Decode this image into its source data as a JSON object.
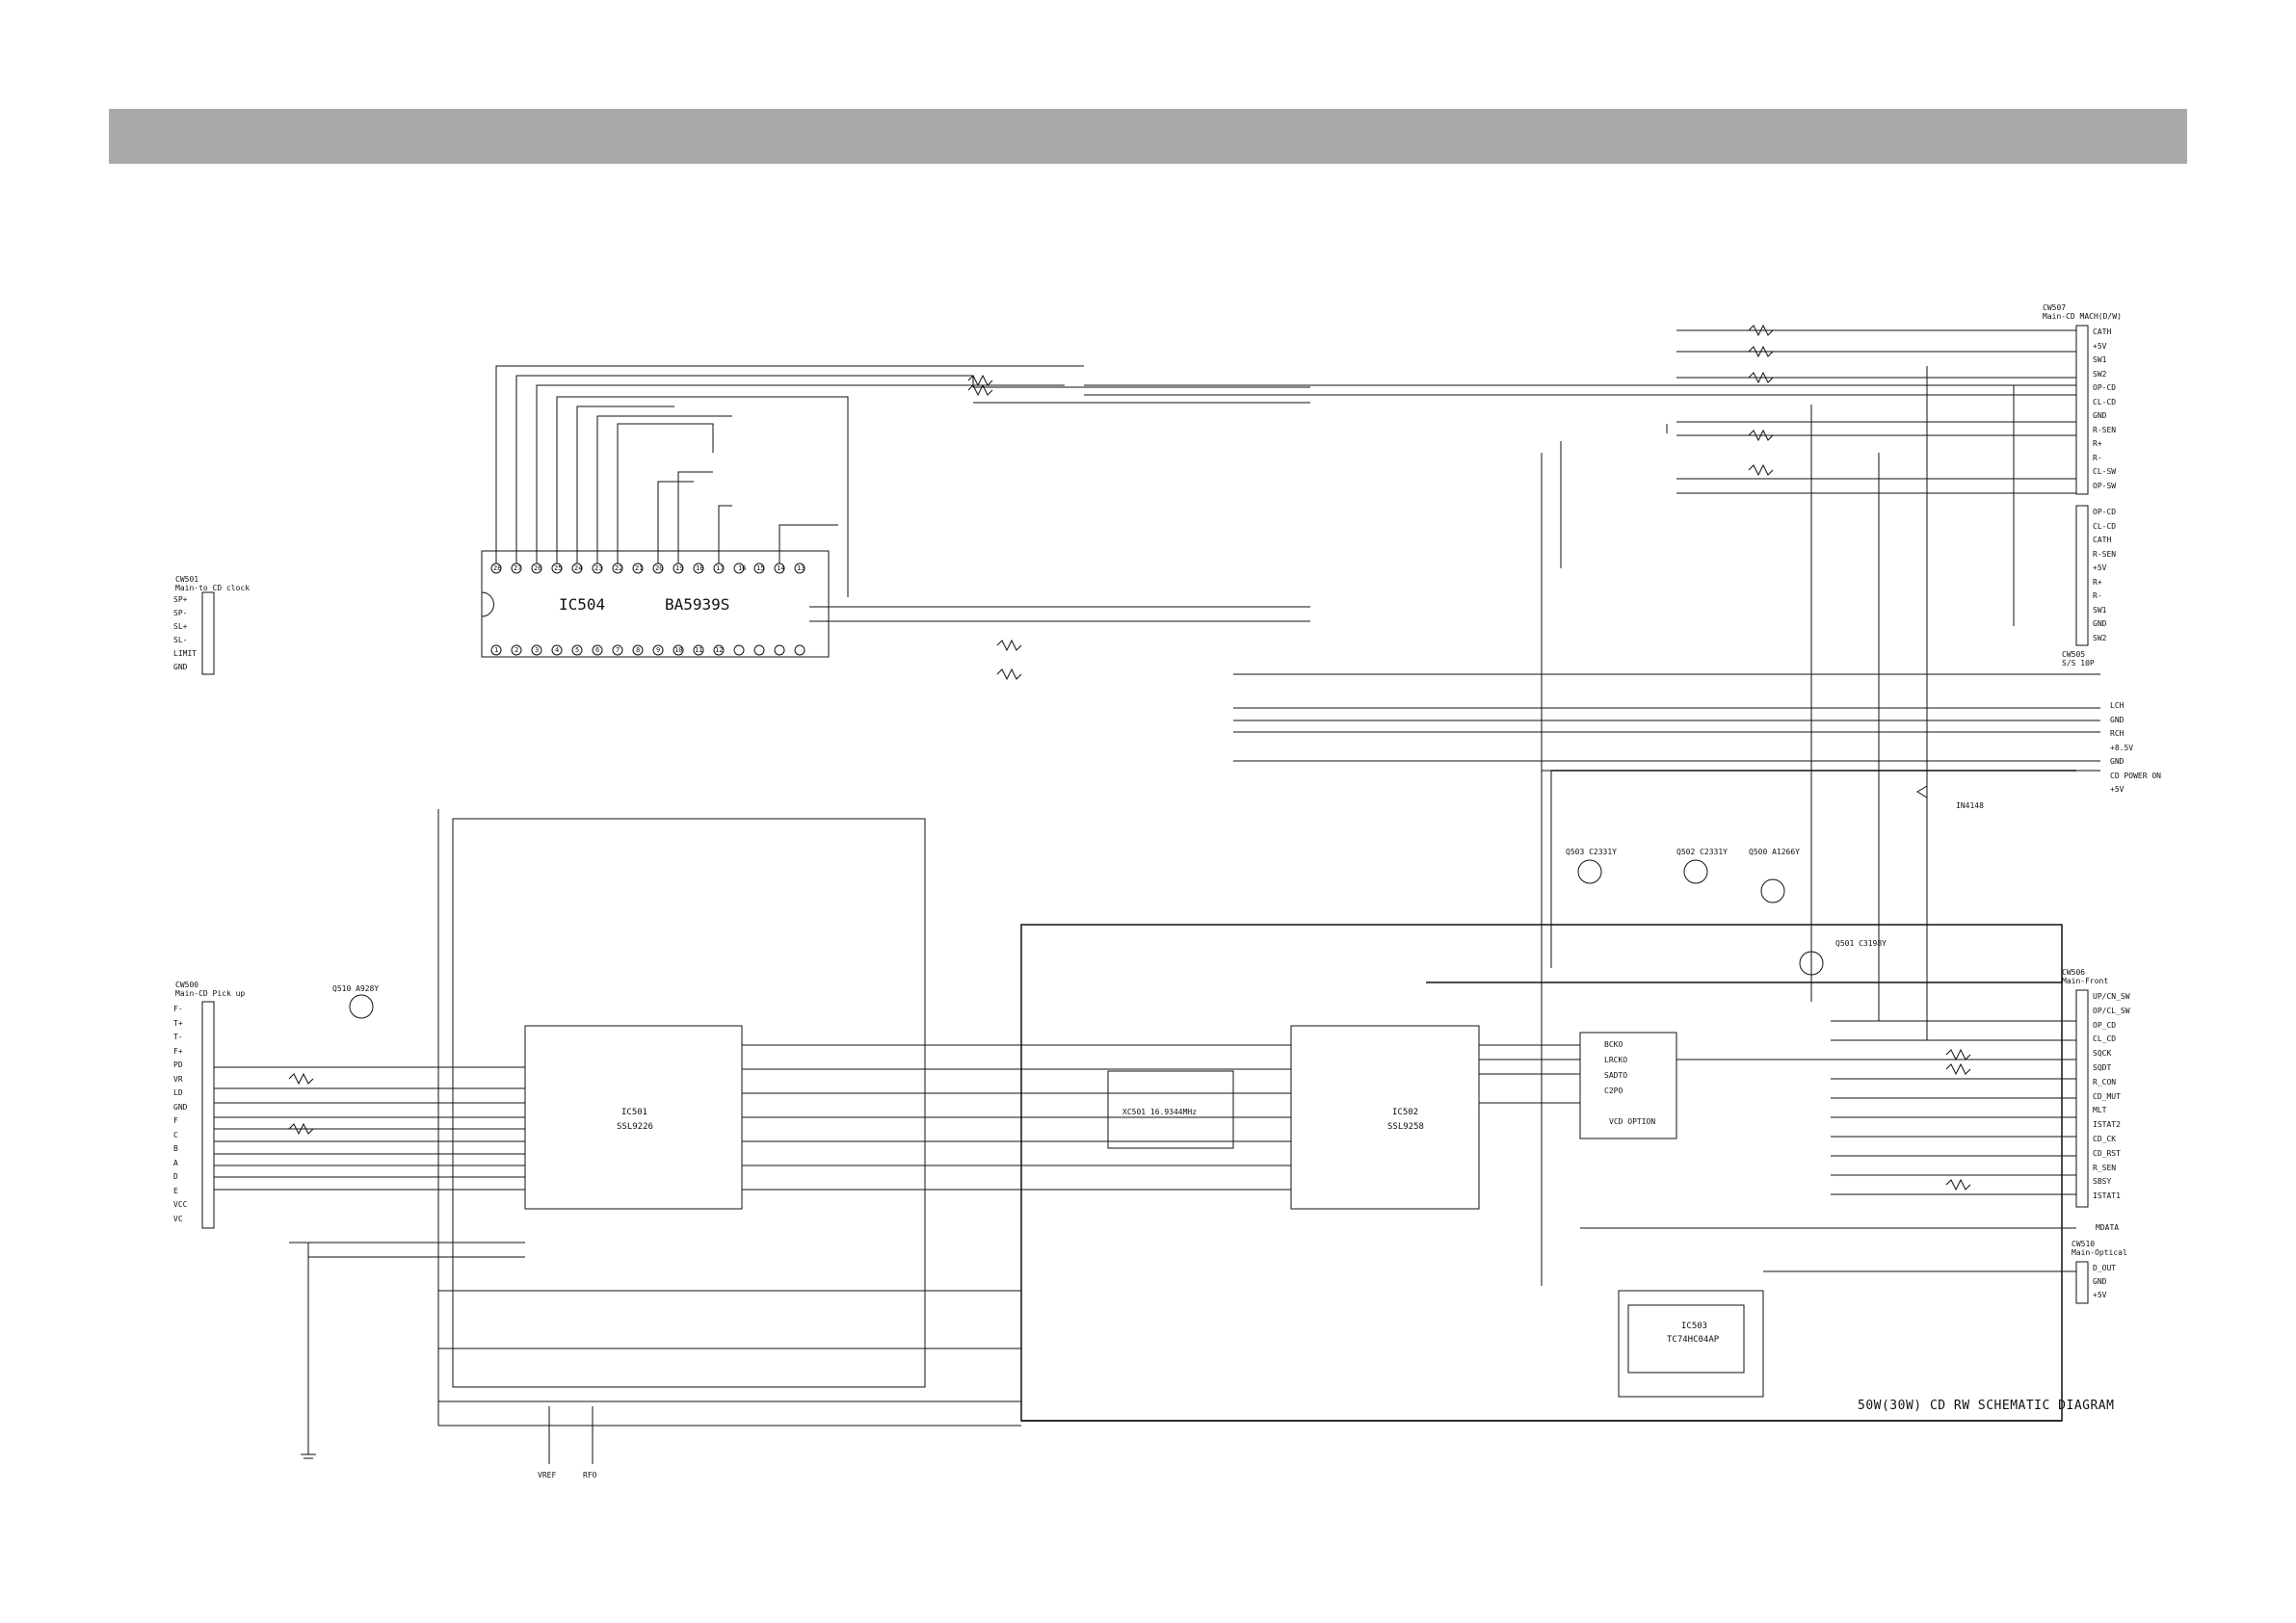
{
  "diagram": {
    "title": "50W(30W) CD RW SCHEMATIC DIAGRAM",
    "colors": {
      "header_bar": "#a9a9a9",
      "line": "#111111",
      "background": "#ffffff"
    },
    "ics": {
      "ic504": {
        "ref": "IC504",
        "part": "BA5939S"
      },
      "ic501": {
        "ref": "IC501",
        "part": "SSL9226"
      },
      "ic502": {
        "ref": "IC502",
        "part": "SSL9258"
      },
      "ic503": {
        "ref": "IC503",
        "part": "TC74HC04AP"
      }
    },
    "connectors": {
      "cw501": {
        "ref": "CW501",
        "sub": "Main-to CD clock",
        "pins": [
          "SP+",
          "SP-",
          "SL+",
          "SL-",
          "LIMIT",
          "GND"
        ]
      },
      "cw500": {
        "ref": "CW500",
        "sub": "Main-CD Pick up",
        "pins": [
          "F-",
          "T+",
          "T-",
          "F+",
          "PD",
          "VR",
          "LD",
          "GND",
          "F",
          "C",
          "B",
          "A",
          "D",
          "E",
          "VCC",
          "VC"
        ]
      },
      "cw507": {
        "ref": "CW507",
        "sub": "Main-CD MACH(D/W)",
        "pins": [
          "CATH",
          "+5V",
          "SW1",
          "SW2",
          "OP-CD",
          "CL-CD",
          "GND",
          "R-SEN",
          "R+",
          "R-",
          "CL-SW",
          "OP-SW"
        ]
      },
      "cw505": {
        "ref": "CW505",
        "sub": "S/S 10P",
        "pins": [
          "OP-CD",
          "CL-CD",
          "CATH",
          "R-SEN",
          "+5V",
          "R+",
          "R-",
          "SW1",
          "GND",
          "SW2"
        ]
      },
      "cw506": {
        "ref": "CW506",
        "sub": "Main-Front",
        "pins": [
          "UP/CN_SW",
          "OP/CL_SW",
          "OP_CD",
          "CL_CD",
          "SQCK",
          "SQDT",
          "R_CON",
          "CD_MUT",
          "MLT",
          "ISTAT2",
          "CD_CK",
          "CD_RST",
          "R_SEN",
          "SBSY",
          "ISTAT1"
        ]
      },
      "cw510": {
        "ref": "CW510",
        "sub": "Main-Optical",
        "pins": [
          "D_OUT",
          "GND",
          "+5V"
        ]
      }
    },
    "right_power": [
      "LCH",
      "GND",
      "RCH",
      "+8.5V",
      "GND",
      "CD POWER ON",
      "+5V"
    ],
    "ic502_right_pins": [
      "BCKO",
      "LRCKO",
      "SADTO",
      "C2PO"
    ],
    "vcd_option": "VCD OPTION",
    "probe_points": [
      "VREF",
      "RFO"
    ],
    "transistors": [
      "Q503 C2331Y",
      "Q502 C2331Y",
      "Q500 A1266Y",
      "Q501 C3198Y",
      "Q510 A928Y"
    ],
    "front_signals": [
      "MDATA"
    ],
    "diode": "IN4148",
    "crystal": "XC501 16.9344MHz"
  }
}
